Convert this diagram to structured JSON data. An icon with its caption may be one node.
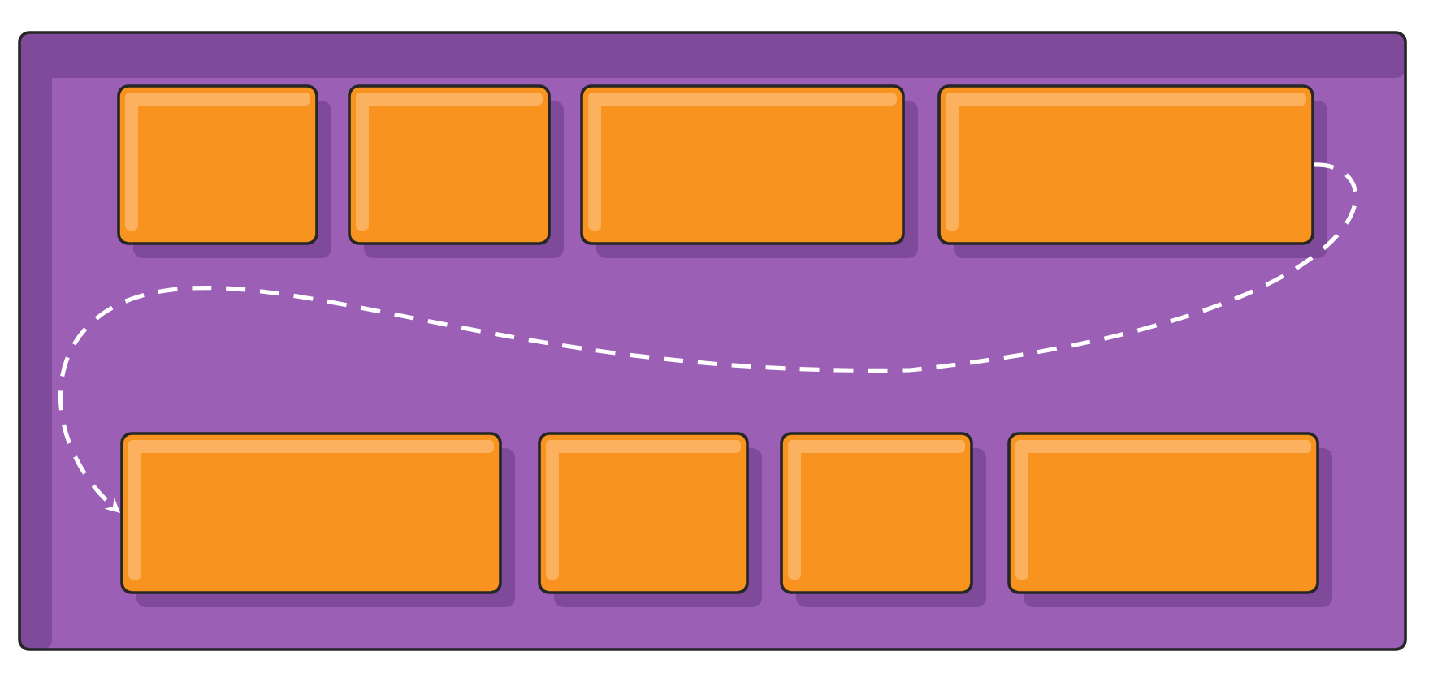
{
  "diagram": {
    "nodes": [
      {
        "text": [],
        "shape": "box"
      },
      {
        "text": [],
        "shape": "box",
        "in": 0
      },
      {
        "text": [],
        "shape": "box",
        "in": 0
      },
      {
        "text": [],
        "shape": "box",
        "in": 0
      },
      {
        "text": [],
        "shape": "box",
        "in": 0
      },
      {
        "text": [],
        "shape": "box",
        "in": 0
      },
      {
        "text": [],
        "shape": "box",
        "in": 0
      },
      {
        "text": [],
        "shape": "box",
        "in": 0
      },
      {
        "text": [],
        "shape": "box",
        "in": 0
      }
    ],
    "edges": [
      {
        "from": 4,
        "to": 5,
        "arrow": "to",
        "style": "dashed",
        "color": "#ffffff"
      }
    ]
  }
}
